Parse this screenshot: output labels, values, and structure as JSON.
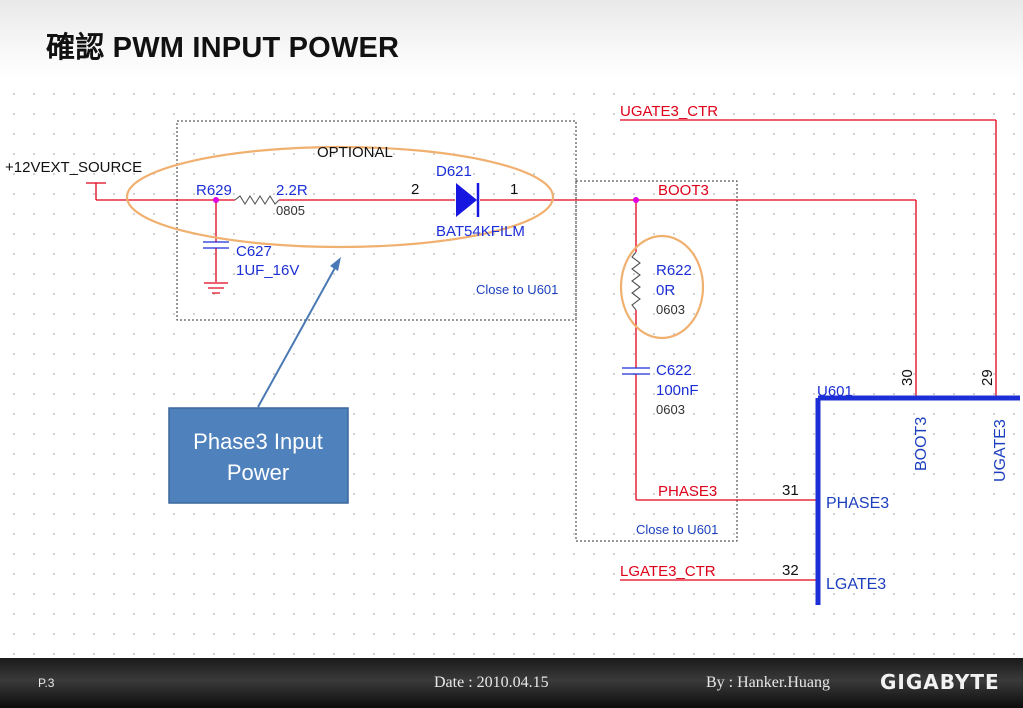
{
  "slide": {
    "title": "確認 PWM INPUT POWER"
  },
  "schematic": {
    "nets": {
      "ugate3_ctr": "UGATE3_CTR",
      "source": "+12VEXT_SOURCE",
      "boot3": "BOOT3",
      "phase3": "PHASE3",
      "lgate3_ctr": "LGATE3_CTR"
    },
    "optional_label": "OPTIONAL",
    "close_to_1": "Close to U601",
    "close_to_2": "Close to U601",
    "r629": {
      "ref": "R629",
      "value": "2.2R",
      "package": "0805"
    },
    "c627": {
      "ref": "C627",
      "value": "1UF_16V"
    },
    "d621": {
      "ref": "D621",
      "part": "BAT54KFILM",
      "pin2": "2",
      "pin1": "1"
    },
    "r622": {
      "ref": "R622",
      "value": "0R",
      "package": "0603"
    },
    "c622": {
      "ref": "C622",
      "value": "100nF",
      "package": "0603"
    },
    "u601": {
      "ref": "U601",
      "pins": {
        "boot3": {
          "name": "BOOT3",
          "number": "30"
        },
        "ugate3": {
          "name": "UGATE3",
          "number": "29"
        },
        "phase3": {
          "name": "PHASE3",
          "number": "31"
        },
        "lgate3": {
          "name": "LGATE3",
          "number": "32"
        }
      }
    },
    "callout": {
      "line1": "Phase3 Input",
      "line2": "Power"
    }
  },
  "footer": {
    "page": "P.3",
    "date": "Date : 2010.04.15",
    "author": "By : Hanker.Huang",
    "logo": "GIGABYTE"
  },
  "colors": {
    "net_red": "#e0001a",
    "ic_blue": "#1c2fd6",
    "label_blue": "#1c3fbf",
    "highlight_orange": "#f0b070",
    "callout_fill": "#4f81bd"
  }
}
